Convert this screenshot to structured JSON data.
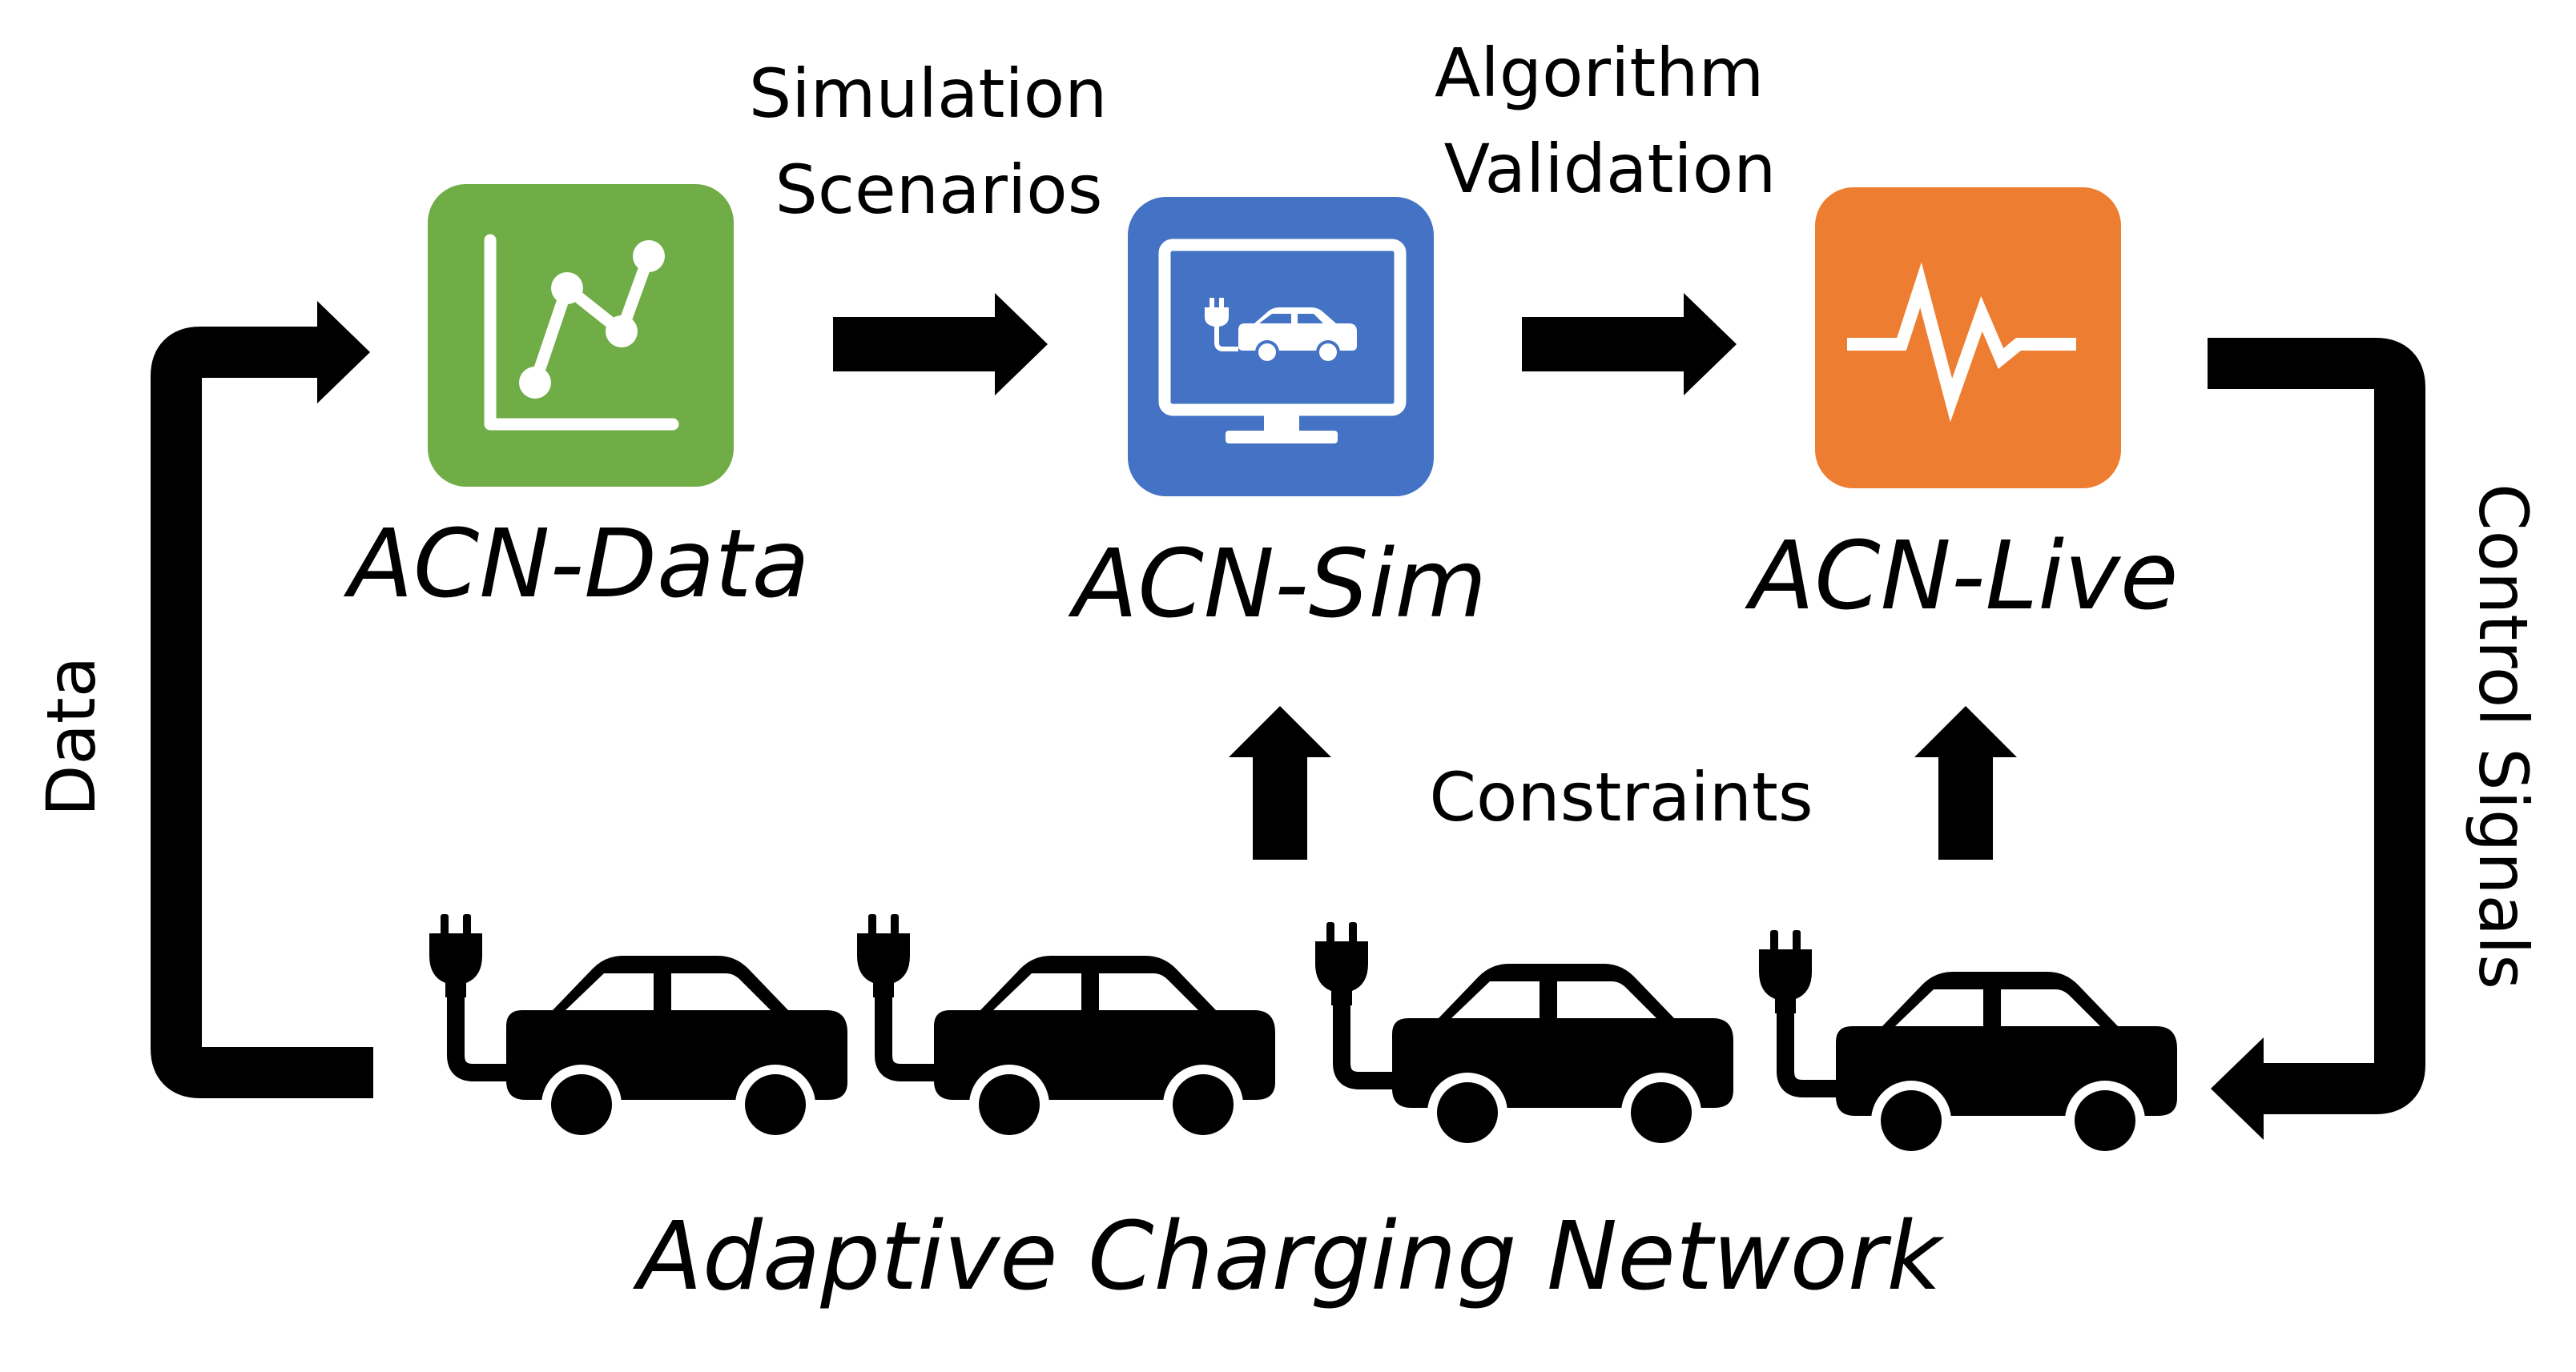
{
  "nodes": {
    "data": {
      "label": "ACN-Data",
      "color": "#70ad47",
      "icon": "line-chart-icon"
    },
    "sim": {
      "label": "ACN-Sim",
      "color": "#4472c4",
      "icon": "monitor-ev-icon"
    },
    "live": {
      "label": "ACN-Live",
      "color": "#ed7d31",
      "icon": "pulse-icon"
    }
  },
  "flows": {
    "simulation_scenarios": [
      "Simulation",
      "Scenarios"
    ],
    "algorithm_validation": [
      "Algorithm",
      "Validation"
    ],
    "constraints": "Constraints",
    "data": "Data",
    "control_signals": "Control Signals"
  },
  "network": {
    "label": "Adaptive Charging Network",
    "vehicle_icon": "electric-car-icon",
    "vehicle_count": 4
  },
  "colors": {
    "arrow": "#000000",
    "icon_foreground": "#ffffff",
    "text": "#000000"
  }
}
